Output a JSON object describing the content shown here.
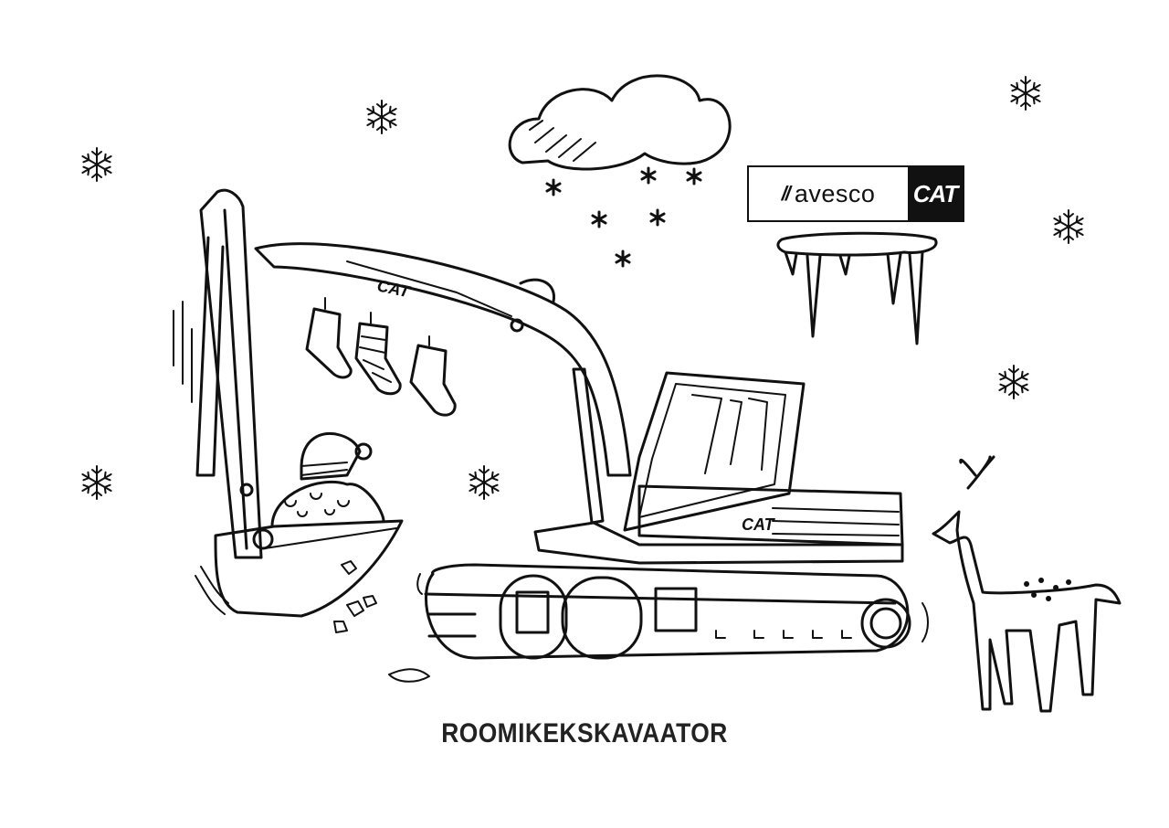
{
  "caption": "ROOMIKEKSKAVAATOR",
  "logo": {
    "brand_mark": "//",
    "brand_name": "avesco",
    "cat_mark": "CAT"
  },
  "machine_labels": {
    "boom": "CAT",
    "cab": "CAT"
  },
  "colors": {
    "ink": "#111111",
    "background": "#ffffff"
  },
  "icons": [
    "snowflake-icon",
    "cloud-icon",
    "icicle-icon",
    "reindeer-icon",
    "santa-hat-icon",
    "stocking-icon"
  ]
}
